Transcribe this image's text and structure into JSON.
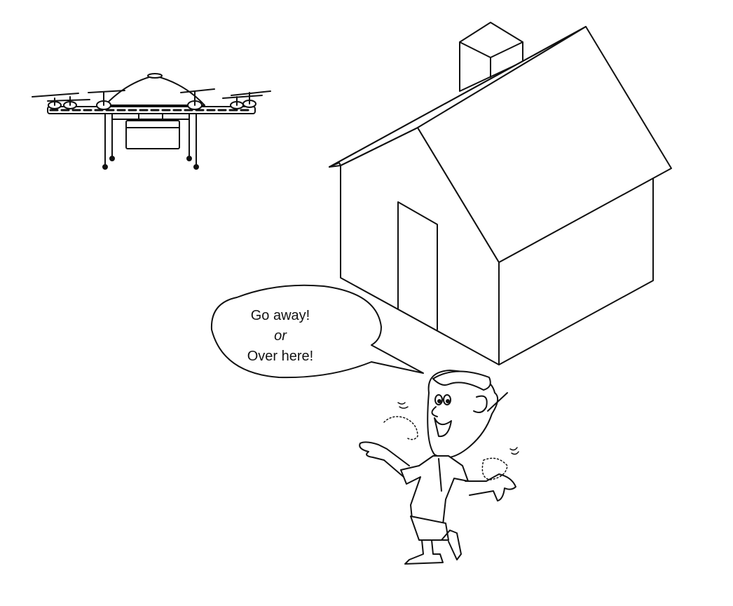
{
  "speech_bubble": {
    "line1": "Go away!",
    "line2": "or",
    "line3": "Over here!"
  },
  "illustration": {
    "drone": "delivery-drone-with-package",
    "house": "house-with-chimney-and-door",
    "person": "waving-person"
  },
  "colors": {
    "line": "#111111",
    "background": "#ffffff"
  }
}
